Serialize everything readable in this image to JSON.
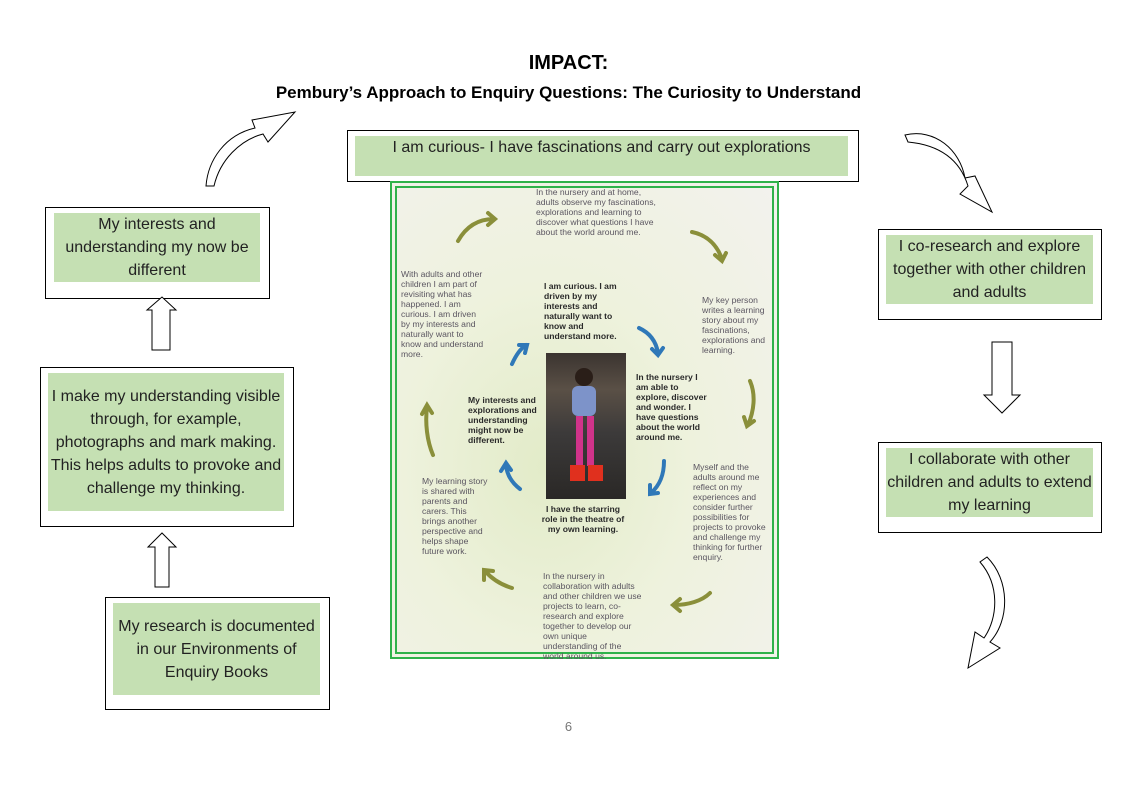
{
  "header": {
    "title": "IMPACT:",
    "subtitle": "Pembury’s Approach to Enquiry Questions: The Curiosity to Understand"
  },
  "boxes": {
    "top": "I am curious- I have fascinations and carry out explorations",
    "right1": "I co-research and explore together with other children and adults",
    "right2": "I collaborate with other children and adults to extend my learning",
    "left_bottom": "My research is documented in our Environments of Enquiry Books",
    "left_middle": "I make my understanding visible through, for example, photographs and mark making. This helps adults to provoke and challenge my thinking.",
    "left_top": "My interests and understanding my now be different"
  },
  "poster": {
    "top": "In the nursery and at home, adults observe my fascinations, explorations and learning to discover what questions I have about the world around me.",
    "left_top": "With adults and other children I am part of revisiting what has happened. I am curious. I am driven by my interests and naturally want to know and understand more.",
    "center_top": "I am curious. I am driven by my interests and naturally want to know and understand more.",
    "right_top": "My key person writes a learning story about my fascinations, explorations and learning.",
    "center_right": "In the nursery I am able to explore, discover and wonder. I have questions about the world around me.",
    "center_left": "My interests and explorations and understanding might now be different.",
    "left_bottom": "My learning story is shared with parents and carers. This brings another perspective and helps shape future work.",
    "right_bottom": "Myself and the adults around me reflect on my experiences and consider further possibilities for projects to provoke and challenge my thinking for further enquiry.",
    "center_bottom": "I have the starring role in the theatre of my own learning.",
    "bottom": "In the nursery in collaboration with adults and other children we use projects to learn, co-research and explore together to develop our own unique understanding of the world around us."
  },
  "footer": {
    "page_number": "6"
  },
  "colors": {
    "box_fill": "#c5e0b3",
    "poster_border": "#2fb24a",
    "olive_arrow": "#8a8f3a",
    "blue_arrow": "#2f78b8"
  }
}
